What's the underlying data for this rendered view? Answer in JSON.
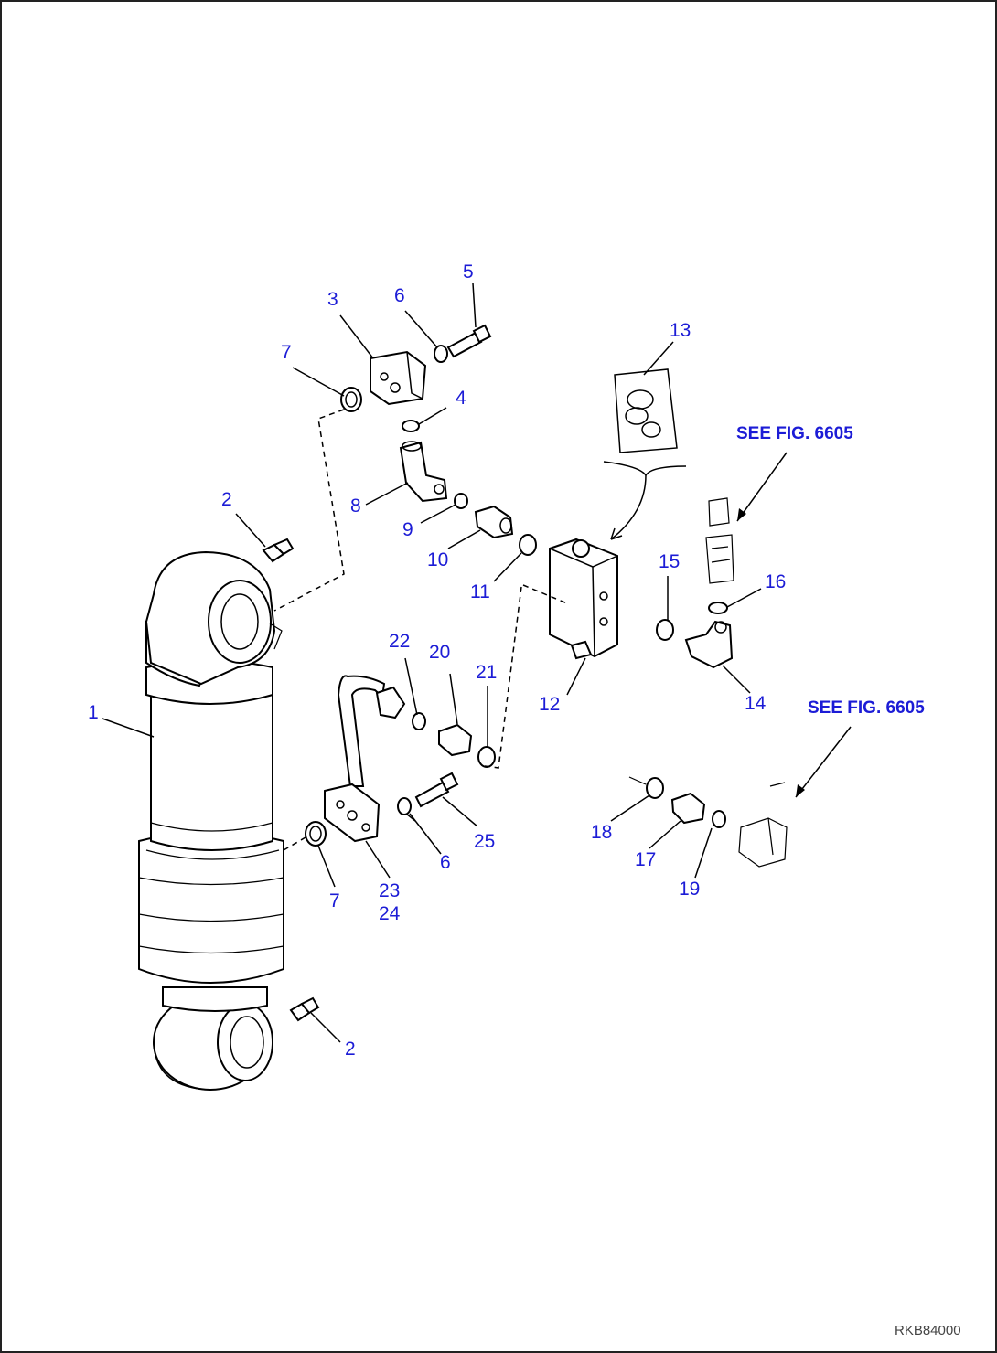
{
  "parts": [
    {
      "id": "p1",
      "label": "1"
    },
    {
      "id": "p2a",
      "label": "2"
    },
    {
      "id": "p2b",
      "label": "2"
    },
    {
      "id": "p3",
      "label": "3"
    },
    {
      "id": "p4",
      "label": "4"
    },
    {
      "id": "p5",
      "label": "5"
    },
    {
      "id": "p6a",
      "label": "6"
    },
    {
      "id": "p6b",
      "label": "6"
    },
    {
      "id": "p7a",
      "label": "7"
    },
    {
      "id": "p7b",
      "label": "7"
    },
    {
      "id": "p8",
      "label": "8"
    },
    {
      "id": "p9",
      "label": "9"
    },
    {
      "id": "p10",
      "label": "10"
    },
    {
      "id": "p11",
      "label": "11"
    },
    {
      "id": "p12",
      "label": "12"
    },
    {
      "id": "p13",
      "label": "13"
    },
    {
      "id": "p14",
      "label": "14"
    },
    {
      "id": "p15",
      "label": "15"
    },
    {
      "id": "p16",
      "label": "16"
    },
    {
      "id": "p17",
      "label": "17"
    },
    {
      "id": "p18",
      "label": "18"
    },
    {
      "id": "p19",
      "label": "19"
    },
    {
      "id": "p20",
      "label": "20"
    },
    {
      "id": "p21",
      "label": "21"
    },
    {
      "id": "p22",
      "label": "22"
    },
    {
      "id": "p23",
      "label": "23"
    },
    {
      "id": "p24",
      "label": "24"
    },
    {
      "id": "p25",
      "label": "25"
    }
  ],
  "references": {
    "upper": "SEE FIG. 6605",
    "lower": "SEE FIG. 6605"
  },
  "drawing_code": "RKB84000",
  "colors": {
    "callout": "#1c1cd6",
    "line": "#000000"
  }
}
